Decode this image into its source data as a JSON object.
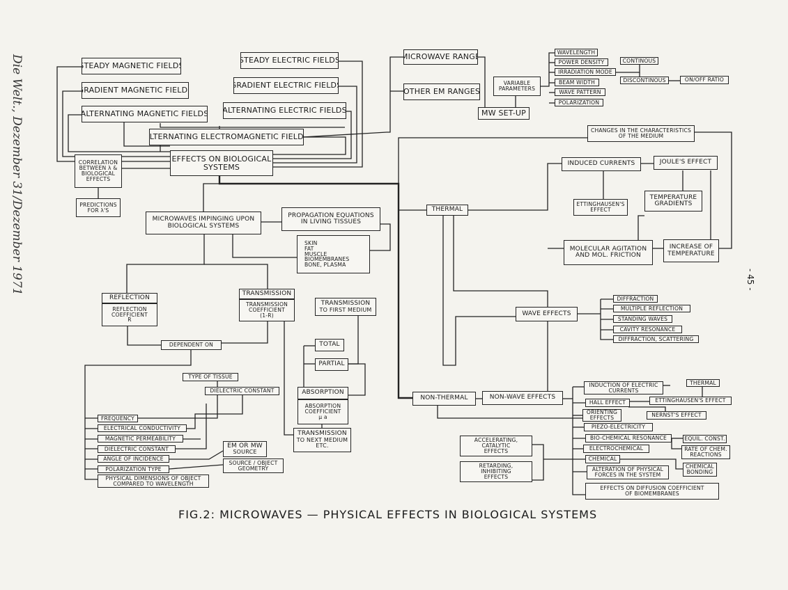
{
  "caption": "FIG.2: MICROWAVES — PHYSICAL EFFECTS IN BIOLOGICAL SYSTEMS",
  "page_number": "- 45 -",
  "margin_note": "Die Welt., Dezember 31/Dezember 1971",
  "boxes": {
    "steady_magnetic": "STEADY MAGNETIC FIELDS",
    "gradient_magnetic": "GRADIENT MAGNETIC FIELDS",
    "alternating_magnetic": "ALTERNATING MAGNETIC FIELDS",
    "steady_electric": "STEADY ELECTRIC FIELDS",
    "gradient_electric": "GRADIENT ELECTRIC FIELDS",
    "alternating_electric": "ALTERNATING ELECTRIC FIELDS",
    "alternating_em": "ALTERNATING ELECTROMAGNETIC FIELDS",
    "effects_bio": [
      "EFFECTS ON BIOLOGICAL",
      "SYSTEMS"
    ],
    "correlation": [
      "CORRELATION",
      "BETWEEN λ &",
      "BIOLOGICAL",
      "EFFECTS"
    ],
    "predictions": [
      "PREDICTIONS",
      "FOR λ'S"
    ],
    "microwave_range": "MICROWAVE RANGE",
    "other_em": "OTHER EM RANGES",
    "mw_setup": "MW SET-UP",
    "variable_params": [
      "VARIABLE",
      "PARAMETERS"
    ],
    "wavelength": "WAVELENGTH",
    "power_density": "POWER DENSITY",
    "irradiation_mode": "IRRADIATION MODE",
    "beam_width": "BEAM WIDTH",
    "wave_pattern": "WAVE PATTERN",
    "polarization_param": "POLARIZATION",
    "continous": "CONTINOUS",
    "discontinous": "DISCONTINOUS",
    "on_off": "ON/OFF RATIO",
    "changes_medium": [
      "CHANGES IN THE CHARACTERISTICS",
      "OF THE MEDIUM"
    ],
    "induced_currents": "INDUCED CURRENTS",
    "joules": "JOULE'S EFFECT",
    "ettinghausen_top": [
      "ETTINGHAUSEN'S",
      "EFFECT"
    ],
    "temp_gradients": [
      "TEMPERATURE",
      "GRADIENTS"
    ],
    "molecular": [
      "MOLECULAR AGITATION",
      "AND MOL. FRICTION"
    ],
    "increase_temp": [
      "INCREASE OF",
      "TEMPERATURE"
    ],
    "mw_impinging": [
      "MICROWAVES IMPINGING UPON",
      "BIOLOGICAL SYSTEMS"
    ],
    "propagation": [
      "PROPAGATION EQUATIONS",
      "IN LIVING TISSUES"
    ],
    "tissues": [
      "SKIN",
      "FAT",
      "MUSCLE",
      "BIOMEMBRANES",
      "BONE, PLASMA"
    ],
    "thermal": "THERMAL",
    "reflection": "REFLECTION",
    "reflection_sub": [
      "REFLECTION",
      "COEFFICIENT",
      "R"
    ],
    "transmission": "TRANSMISSION",
    "transmission_sub": [
      "TRANSMISSION",
      "COEFFICIENT",
      "(1-R)"
    ],
    "transmission_first": [
      "TRANSMISSION",
      "TO FIRST MEDIUM"
    ],
    "dependent_on": "DEPENDENT ON",
    "total": "TOTAL",
    "partial": "PARTIAL",
    "absorption": "ABSORPTION",
    "absorption_sub": [
      "ABSORPTION",
      "COEFFICIENT",
      "μ a"
    ],
    "transmission_next": [
      "TRANSMISSION",
      "TO NEXT MEDIUM",
      "ETC."
    ],
    "wave_effects": "WAVE EFFECTS",
    "diffraction": "DIFFRACTION",
    "multiple_reflection": "MULTIPLE REFLECTION",
    "standing_waves": "STANDING WAVES",
    "cavity_resonance": "CAVITY RESONANCE",
    "diffraction_scattering": "DIFFRACTION, SCATTERING",
    "non_thermal": "NON-THERMAL",
    "non_wave": "NON-WAVE EFFECTS",
    "induction_electric": [
      "INDUCTION OF ELECTRIC",
      "CURRENTS"
    ],
    "thermal_right": "THERMAL",
    "hall_effect": "HALL EFFECT",
    "ettinghausen_right": "ETTINGHAUSEN'S EFFECT",
    "orienting": [
      "ORIENTING",
      "EFFECTS"
    ],
    "nernst": "NERNST'S EFFECT",
    "piezo": "PIEZO-ELECTRICITY",
    "biochem_resonance": "BIO-CHEMICAL RESONANCE",
    "equil_const": "EQUIL. CONST.",
    "electrochemical": "ELECTROCHEMICAL",
    "rate_chem": [
      "RATE OF CHEM.",
      "REACTIONS"
    ],
    "chemical": "CHEMICAL",
    "chemical_bonding": [
      "CHEMICAL",
      "BONDING"
    ],
    "alteration": [
      "ALTERATION OF PHYSICAL",
      "FORCES IN THE SYSTEM"
    ],
    "diffusion": [
      "EFFECTS ON DIFFUSION COEFFICIENT",
      "OF BIOMEMBRANES"
    ],
    "accelerating": [
      "ACCELERATING,",
      "CATALYTIC",
      "EFFECTS"
    ],
    "retarding": [
      "RETARDING,",
      "INHIBITING",
      "EFFECTS"
    ],
    "type_tissue": "TYPE OF TISSUE",
    "dielectric_constant_top": "DIELECTRIC CONSTANT",
    "frequency": "FREQUENCY",
    "electrical_conductivity": "ELECTRICAL CONDUCTIVITY",
    "magnetic_permeability": "MAGNETIC PERMEABILITY",
    "dielectric_constant": "DIELECTRIC CONSTANT",
    "angle_incidence": "ANGLE OF INCIDENCE",
    "polarization_type": "POLARIZATION TYPE",
    "physical_dimensions": [
      "PHYSICAL DIMENSIONS OF OBJECT",
      "COMPARED TO WAVELENGTH"
    ],
    "em_mw_source": [
      "EM OR MW",
      "SOURCE"
    ],
    "source_geometry": [
      "SOURCE / OBJECT",
      "GEOMETRY"
    ]
  }
}
